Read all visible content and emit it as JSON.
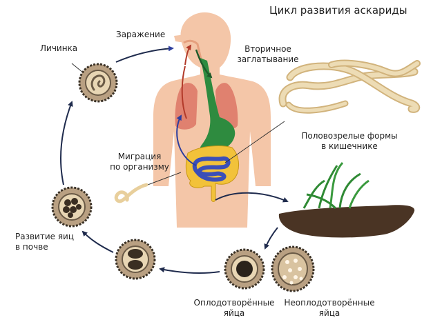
{
  "diagram": {
    "title": "Цикл развития аскариды",
    "labels": {
      "infection": "Заражение",
      "larva": "Личинка",
      "reswallow": "Вторичное\nзаглатывание",
      "adult": "Половозрелые формы\nв кишечнике",
      "migration": "Миграция\nпо организму",
      "soil_development": "Развитие яиц\nв почве",
      "fertilized": "Оплодотворённые\nяйца",
      "unfertilized": "Неоплодотворённые\nяйца"
    },
    "colors": {
      "skin": "#f4c6a8",
      "lungs": "#e0816f",
      "digestive": "#2e8b3f",
      "intestine_small": "#3b4fb8",
      "intestine_large": "#f2c23a",
      "worm": "#e8cf9c",
      "egg_shell": "#b9a082",
      "soil": "#4a3424",
      "grass": "#2f8a34",
      "arrow": "#1f2b4d"
    }
  }
}
